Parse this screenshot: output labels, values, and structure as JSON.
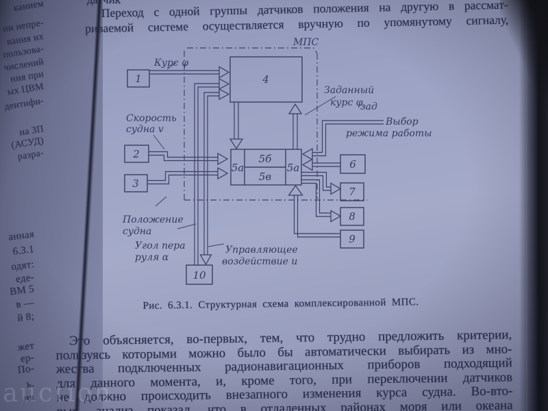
{
  "colors": {
    "page": "#9fa5c5",
    "ink": "#2a2f4e",
    "diagram_ink": "#3a3f63"
  },
  "watermark": "auction",
  "left_page": {
    "fragments_upper": [
      "канием",
      "ни непре-",
      "вания их",
      "пользова-",
      "числений",
      "ния при",
      "ых ЦВМ",
      "дентифи-",
      "на ЗП",
      "(АСУД)",
      "разра-"
    ],
    "fragments_lower": [
      "анная",
      "6.3.1",
      "одят:",
      "еде-",
      "ВМ 5",
      "в —",
      "й 8;",
      "жет",
      "ер-",
      "По-",
      "ь.",
      "ия"
    ]
  },
  "page": {
    "top_cut_line": "датчик",
    "intro": [
      "Переход с одной группы датчиков положения на другую в рассмат-",
      "риваемой системе осуществляется вручную по упомянутому сигналу,"
    ],
    "caption": "Рис. 6.3.1. Структурная схема комплексированной МПС.",
    "body": [
      "Это объясняется, во-первых, тем, что трудно предложить критерии,",
      "пользуясь которыми можно было бы автоматически выбирать из мно-",
      "жества подключенных радионавигационных приборов подходящий",
      "для данного момента, и, кроме того, при переключении датчиков",
      "не должно происходить внезапного изменения курса судна. Во-вто-",
      "рых, анализ показал, что в отдаленных районах моря или океана"
    ]
  },
  "diagram": {
    "frame_label": "МПС",
    "blocks": {
      "b1": "1",
      "b2": "2",
      "b3": "3",
      "b4": "4",
      "b5l": "5а",
      "b5b": "5б",
      "b5v": "5в",
      "b5r": "5а",
      "b6": "6",
      "b7": "7",
      "b8": "8",
      "b9": "9",
      "b10": "10"
    },
    "labels": {
      "kurs": "Курс φ",
      "skorost1": "Скорость",
      "skorost2": "судна v",
      "polozhenie1": "Положение",
      "polozhenie2": "судна",
      "ugol1": "Угол пера",
      "ugol2": "руля α",
      "upravl1": "Управляющее",
      "upravl2": "воздействие и",
      "zadanny1": "Заданный",
      "zadanny2": "курс φ",
      "zadanny_sub": "зад",
      "vybor1": "Выбор",
      "vybor2": "режима работы"
    }
  }
}
